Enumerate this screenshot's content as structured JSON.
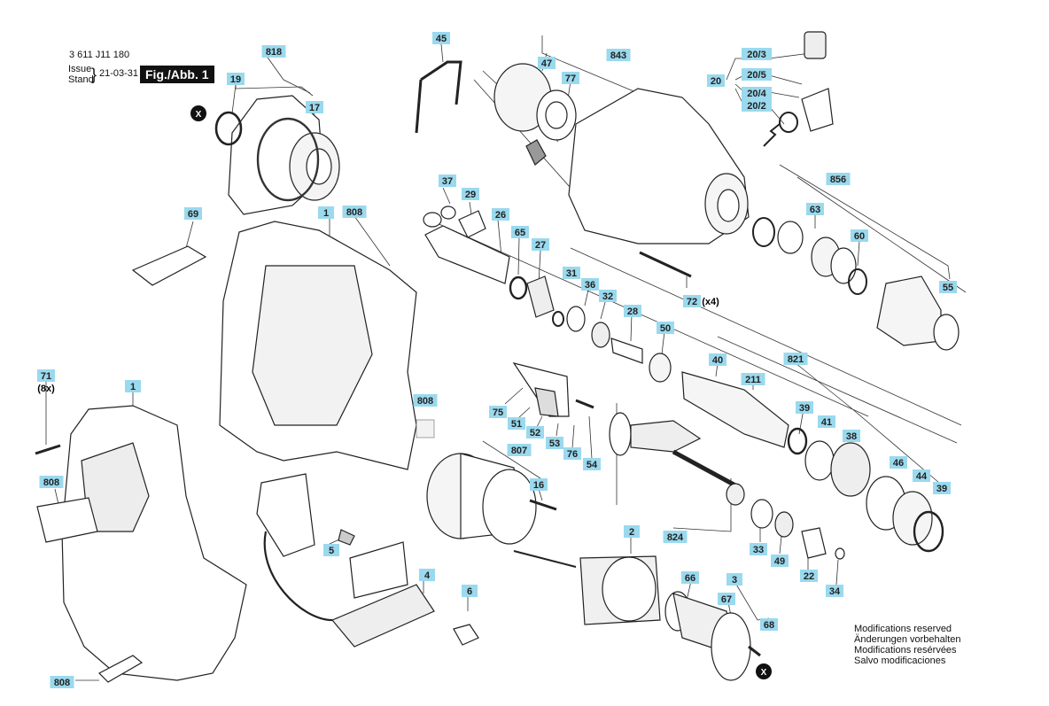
{
  "header": {
    "doc_number": "3 611 J11 180",
    "issue_label": "Issue",
    "stand_label": "Stand",
    "date": "21-03-31",
    "figure": "Fig./Abb. 1"
  },
  "modifications": [
    "Modifications reserved",
    "Änderungen vorbehalten",
    "Modifications resérvées",
    "Salvo modificaciones"
  ],
  "callout_labels": [
    "818",
    "19",
    "17",
    "69",
    "1",
    "808",
    "45",
    "47",
    "77",
    "843",
    "20/3",
    "20",
    "20/5",
    "20/4",
    "20/2",
    "856",
    "63",
    "60",
    "55",
    "37",
    "29",
    "26",
    "65",
    "27",
    "31",
    "36",
    "32",
    "28",
    "72",
    "50",
    "40",
    "211",
    "821",
    "39",
    "41",
    "38",
    "46",
    "44",
    "39",
    "71",
    "1",
    "808",
    "75",
    "51",
    "52",
    "53",
    "76",
    "54",
    "807",
    "16",
    "5",
    "4",
    "6",
    "2",
    "824",
    "33",
    "49",
    "22",
    "34",
    "66",
    "3",
    "67",
    "68",
    "808",
    "808"
  ],
  "annotations": {
    "qty_71": "(8x)",
    "qty_72": "(x4)",
    "marker": "X"
  },
  "colors": {
    "callout_bg": "#9ad9ee",
    "ink": "#222222"
  }
}
